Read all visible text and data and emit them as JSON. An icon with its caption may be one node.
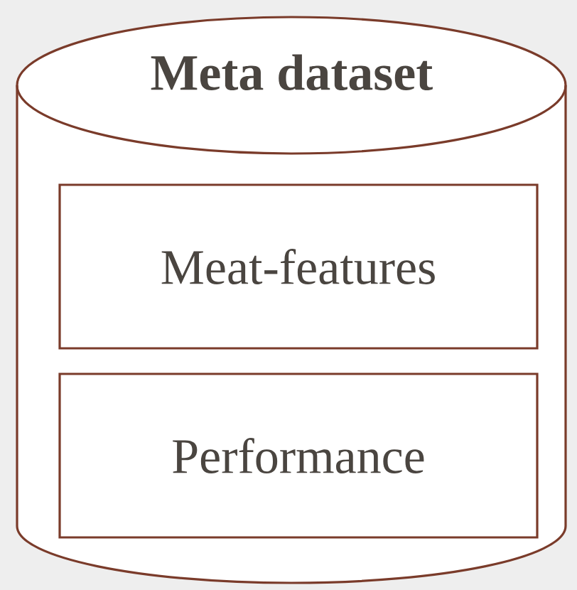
{
  "diagram": {
    "nodes": [
      {
        "text": [
          "Meta dataset"
        ]
      },
      {
        "text": [
          "Meat-features"
        ],
        "in": 0
      },
      {
        "text": [
          "Performance"
        ],
        "in": 0
      }
    ]
  }
}
